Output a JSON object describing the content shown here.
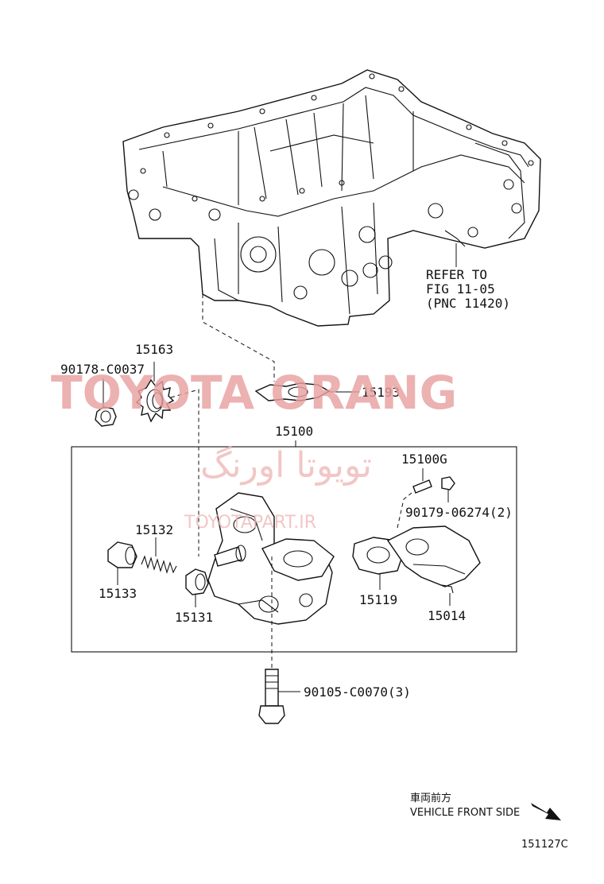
{
  "diagram": {
    "refer_note": {
      "line1": "REFER TO",
      "line2": "FIG 11-05",
      "line3": "(PNC 11420)"
    },
    "parts": {
      "p15163": "15163",
      "p90178": "90178-C0037",
      "p15193": "15193",
      "p15100": "15100",
      "p15100G": "15100G",
      "p90179": "90179-06274(2)",
      "p15132": "15132",
      "p15133": "15133",
      "p15131": "15131",
      "p15119": "15119",
      "p15014": "15014",
      "p90105": "90105-C0070(3)"
    },
    "direction": {
      "japanese": "車両前方",
      "english": "VEHICLE FRONT SIDE"
    },
    "figure_code": "151127C"
  },
  "watermark": {
    "brand": "TOYOTA ORANG",
    "arabic": "تویوتا اورنگ",
    "site": "TOYOTAPART.IR",
    "color": "#e8a0a0"
  }
}
